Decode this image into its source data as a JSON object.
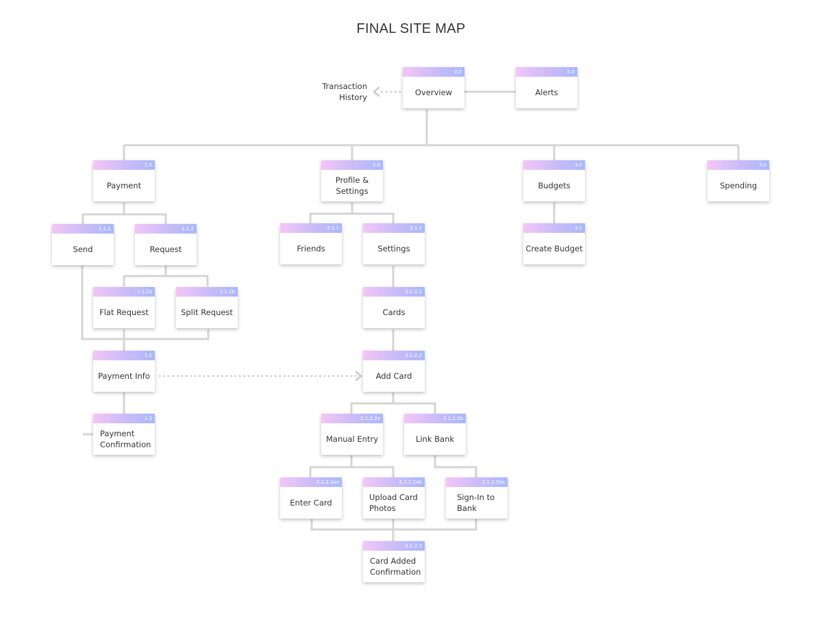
{
  "title": "FINAL SITE MAP",
  "side_note": "Transaction\nHistory",
  "colors": {
    "line": "#d4d4d4",
    "header_gradient_start": "#f3c6f7",
    "header_gradient_end": "#a9b8fb",
    "text": "#333333"
  },
  "nodes": {
    "overview": {
      "id": "0.0",
      "label": "Overview"
    },
    "alerts": {
      "id": "5.0",
      "label": "Alerts"
    },
    "payment": {
      "id": "1.0",
      "label": "Payment"
    },
    "profile_settings": {
      "id": "2.0",
      "label": "Profile &\nSettings"
    },
    "budgets": {
      "id": "3.0",
      "label": "Budgets"
    },
    "spending": {
      "id": "3.0",
      "label": "Spending"
    },
    "send": {
      "id": "1.1.1",
      "label": "Send"
    },
    "request": {
      "id": "1.1.2",
      "label": "Request"
    },
    "friends": {
      "id": "2.1.1",
      "label": "Friends"
    },
    "settings": {
      "id": "2.1.2",
      "label": "Settings"
    },
    "create_budget": {
      "id": "3.1",
      "label": "Create Budget"
    },
    "flat_request": {
      "id": "1.1.2a",
      "label": "Flat Request"
    },
    "split_request": {
      "id": "1.1.2b",
      "label": "Split Request"
    },
    "cards": {
      "id": "2.1.2.1",
      "label": "Cards"
    },
    "payment_info": {
      "id": "1.2",
      "label": "Payment Info"
    },
    "add_card": {
      "id": "2.1.2.2",
      "label": "Add Card"
    },
    "payment_confirmation": {
      "id": "1.3",
      "label": "Payment\nConfirmation"
    },
    "manual_entry": {
      "id": "2.1.2.2a",
      "label": "Manual Entry"
    },
    "link_bank": {
      "id": "2.1.2.2b",
      "label": "Link Bank"
    },
    "enter_card": {
      "id": "2.1.2.2aa",
      "label": "Enter Card"
    },
    "upload_card_photos": {
      "id": "2.1.2.2ab",
      "label": "Upload Card\nPhotos"
    },
    "sign_in_bank": {
      "id": "2.1.2.2ba",
      "label": "Sign-In to\nBank"
    },
    "card_added_confirmation": {
      "id": "2.1.2.3",
      "label": "Card Added\nConfirmation"
    }
  }
}
